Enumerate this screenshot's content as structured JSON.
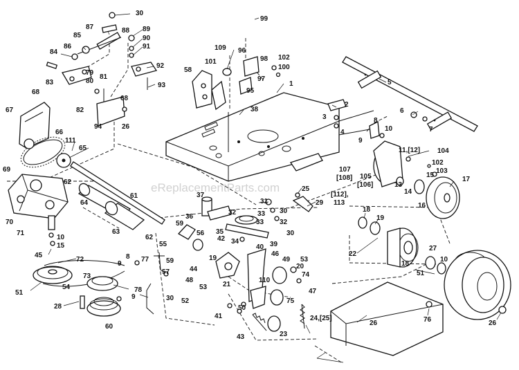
{
  "watermark": "eReplacementParts.com",
  "callouts": [
    {
      "id": "c30a",
      "text": "30"
    },
    {
      "id": "c87",
      "text": "87"
    },
    {
      "id": "c88",
      "text": "88"
    },
    {
      "id": "c89",
      "text": "89"
    },
    {
      "id": "c90",
      "text": "90"
    },
    {
      "id": "c91",
      "text": "91"
    },
    {
      "id": "c85",
      "text": "85"
    },
    {
      "id": "c86",
      "text": "86"
    },
    {
      "id": "c84",
      "text": "84"
    },
    {
      "id": "c79",
      "text": "79"
    },
    {
      "id": "c81",
      "text": "81"
    },
    {
      "id": "c92",
      "text": "92"
    },
    {
      "id": "c83",
      "text": "83"
    },
    {
      "id": "c80",
      "text": "80"
    },
    {
      "id": "c93",
      "text": "93"
    },
    {
      "id": "c68a",
      "text": "68"
    },
    {
      "id": "c82",
      "text": "82"
    },
    {
      "id": "c68b",
      "text": "68"
    },
    {
      "id": "c67",
      "text": "67"
    },
    {
      "id": "c94",
      "text": "94"
    },
    {
      "id": "c26a",
      "text": "26"
    },
    {
      "id": "c99",
      "text": "99"
    },
    {
      "id": "c109",
      "text": "109"
    },
    {
      "id": "c96",
      "text": "96"
    },
    {
      "id": "c98",
      "text": "98"
    },
    {
      "id": "c102a",
      "text": "102"
    },
    {
      "id": "c100",
      "text": "100"
    },
    {
      "id": "c58",
      "text": "58"
    },
    {
      "id": "c101",
      "text": "101"
    },
    {
      "id": "c97",
      "text": "97"
    },
    {
      "id": "c95",
      "text": "95"
    },
    {
      "id": "c5",
      "text": "5"
    },
    {
      "id": "c1",
      "text": "1"
    },
    {
      "id": "c2",
      "text": "2"
    },
    {
      "id": "c3",
      "text": "3"
    },
    {
      "id": "c38",
      "text": "38"
    },
    {
      "id": "c4",
      "text": "4"
    },
    {
      "id": "c6",
      "text": "6"
    },
    {
      "id": "c7",
      "text": "7"
    },
    {
      "id": "c8",
      "text": "8"
    },
    {
      "id": "c10a",
      "text": "10"
    },
    {
      "id": "c9a",
      "text": "9"
    },
    {
      "id": "c66",
      "text": "66"
    },
    {
      "id": "c111",
      "text": "111"
    },
    {
      "id": "c65",
      "text": "65"
    },
    {
      "id": "c69",
      "text": "69"
    },
    {
      "id": "c62a",
      "text": "62"
    },
    {
      "id": "c11",
      "text": "11,[12]"
    },
    {
      "id": "c104",
      "text": "104"
    },
    {
      "id": "c102b",
      "text": "102"
    },
    {
      "id": "c103",
      "text": "103"
    },
    {
      "id": "c107",
      "text": "107"
    },
    {
      "id": "c108",
      "text": "[108]"
    },
    {
      "id": "c105",
      "text": "105"
    },
    {
      "id": "c106",
      "text": "[106]"
    },
    {
      "id": "c112",
      "text": "[112],"
    },
    {
      "id": "c113",
      "text": "113"
    },
    {
      "id": "c15a",
      "text": "15"
    },
    {
      "id": "c17",
      "text": "17"
    },
    {
      "id": "c13",
      "text": "13"
    },
    {
      "id": "c14",
      "text": "14"
    },
    {
      "id": "c16",
      "text": "16"
    },
    {
      "id": "c64",
      "text": "64"
    },
    {
      "id": "c61",
      "text": "61"
    },
    {
      "id": "c37",
      "text": "37"
    },
    {
      "id": "c31",
      "text": "31"
    },
    {
      "id": "c25",
      "text": "25"
    },
    {
      "id": "c29",
      "text": "29"
    },
    {
      "id": "c70",
      "text": "70"
    },
    {
      "id": "c63",
      "text": "63"
    },
    {
      "id": "c36",
      "text": "36"
    },
    {
      "id": "c32a",
      "text": "32"
    },
    {
      "id": "c33a",
      "text": "33"
    },
    {
      "id": "c30b",
      "text": "30"
    },
    {
      "id": "c32b",
      "text": "32"
    },
    {
      "id": "c71",
      "text": "71"
    },
    {
      "id": "c59a",
      "text": "59"
    },
    {
      "id": "c56",
      "text": "56"
    },
    {
      "id": "c62b",
      "text": "62"
    },
    {
      "id": "c55",
      "text": "55"
    },
    {
      "id": "c35",
      "text": "35"
    },
    {
      "id": "c33b",
      "text": "33"
    },
    {
      "id": "c30c",
      "text": "30"
    },
    {
      "id": "c18a",
      "text": "18"
    },
    {
      "id": "c19a",
      "text": "19"
    },
    {
      "id": "c10b",
      "text": "10"
    },
    {
      "id": "c15b",
      "text": "15"
    },
    {
      "id": "c42",
      "text": "42"
    },
    {
      "id": "c34",
      "text": "34"
    },
    {
      "id": "c40",
      "text": "40"
    },
    {
      "id": "c39",
      "text": "39"
    },
    {
      "id": "c22",
      "text": "22"
    },
    {
      "id": "c45",
      "text": "45"
    },
    {
      "id": "c72",
      "text": "72"
    },
    {
      "id": "c8b",
      "text": "8"
    },
    {
      "id": "c9b",
      "text": "9"
    },
    {
      "id": "c77",
      "text": "77"
    },
    {
      "id": "c59b",
      "text": "59"
    },
    {
      "id": "c46",
      "text": "46"
    },
    {
      "id": "c49",
      "text": "49"
    },
    {
      "id": "c53a",
      "text": "53"
    },
    {
      "id": "c19b",
      "text": "19"
    },
    {
      "id": "c27",
      "text": "27"
    },
    {
      "id": "c44",
      "text": "44"
    },
    {
      "id": "c20",
      "text": "20"
    },
    {
      "id": "c18b",
      "text": "18"
    },
    {
      "id": "c10c",
      "text": "10"
    },
    {
      "id": "c57",
      "text": "57"
    },
    {
      "id": "c48",
      "text": "48"
    },
    {
      "id": "c110",
      "text": "110"
    },
    {
      "id": "c74",
      "text": "74"
    },
    {
      "id": "c73",
      "text": "73"
    },
    {
      "id": "c54",
      "text": "54"
    },
    {
      "id": "c53b",
      "text": "53"
    },
    {
      "id": "c21",
      "text": "21"
    },
    {
      "id": "c51a",
      "text": "51"
    },
    {
      "id": "c51b",
      "text": "51"
    },
    {
      "id": "c78",
      "text": "78"
    },
    {
      "id": "c9c",
      "text": "9"
    },
    {
      "id": "c30d",
      "text": "30"
    },
    {
      "id": "c52",
      "text": "52"
    },
    {
      "id": "c47",
      "text": "47"
    },
    {
      "id": "c50",
      "text": "50"
    },
    {
      "id": "c75",
      "text": "75"
    },
    {
      "id": "c28",
      "text": "28"
    },
    {
      "id": "c41",
      "text": "41"
    },
    {
      "id": "c24",
      "text": "24,[25]"
    },
    {
      "id": "c26b",
      "text": "26"
    },
    {
      "id": "c76",
      "text": "76"
    },
    {
      "id": "c60",
      "text": "60"
    },
    {
      "id": "c43",
      "text": "43"
    },
    {
      "id": "c23",
      "text": "23"
    },
    {
      "id": "c26c",
      "text": "26"
    }
  ]
}
